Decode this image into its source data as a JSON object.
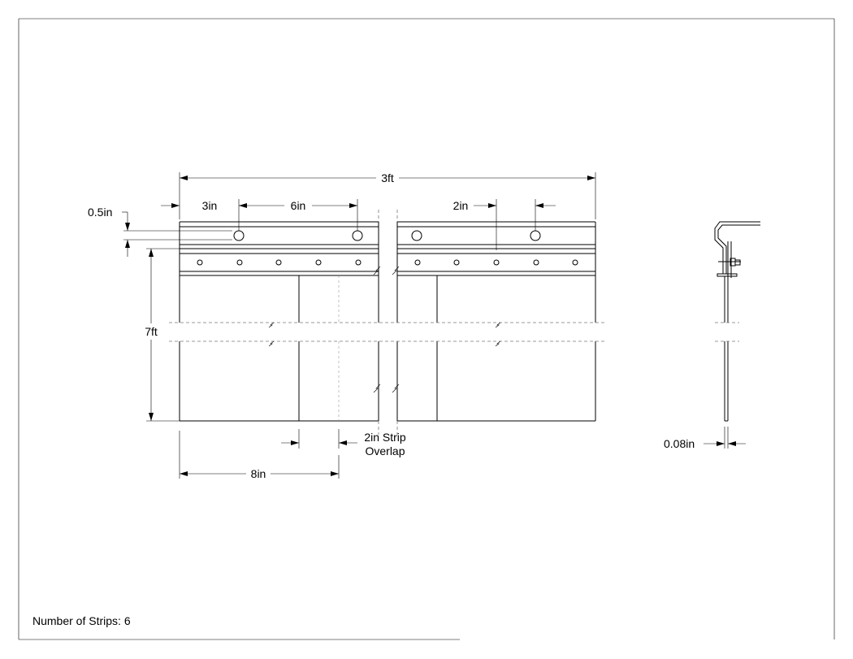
{
  "dimensions": {
    "overall_width": "3ft",
    "hole_offset": "3in",
    "hole_spacing": "6in",
    "hole_spacing_right": "2in",
    "top_offset": "0.5in",
    "height": "7ft",
    "strip_width": "8in",
    "overlap_line1": "2in Strip",
    "overlap_line2": "Overlap",
    "thickness": "0.08in"
  },
  "footer": {
    "strip_count": "Number of Strips: 6"
  }
}
